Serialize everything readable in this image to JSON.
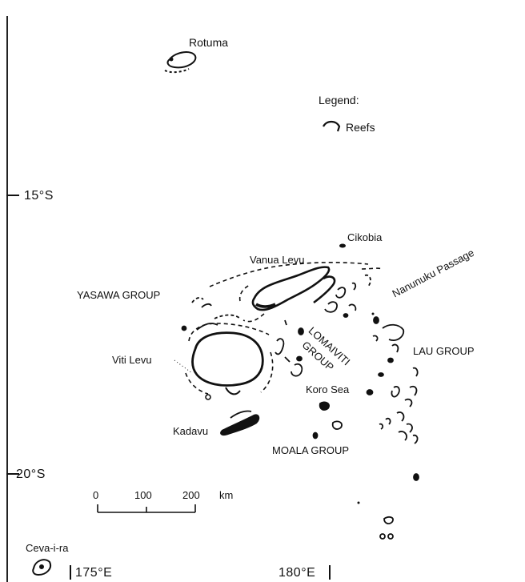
{
  "labels": {
    "rotuma": "Rotuma",
    "legend_title": "Legend:",
    "legend_reefs": "Reefs",
    "lat_15": "15°S",
    "lat_20": "20°S",
    "cikobia": "Cikobia",
    "nanunuku": "Nanunuku Passage",
    "vanua_levu": "Vanua Levu",
    "yasawa": "YASAWA GROUP",
    "lomaiviti": "LOMAIVITI",
    "group": "GROUP",
    "lau": "LAU GROUP",
    "viti_levu": "Viti Levu",
    "koro_sea": "Koro Sea",
    "kadavu": "Kadavu",
    "moala": "MOALA GROUP",
    "ceva": "Ceva-i-ra",
    "lon_175": "175°E",
    "lon_180": "180°E"
  },
  "scale": {
    "ticks": [
      "0",
      "100",
      "200"
    ],
    "unit": "km"
  },
  "colors": {
    "ink": "#111111",
    "paper": "#ffffff"
  }
}
